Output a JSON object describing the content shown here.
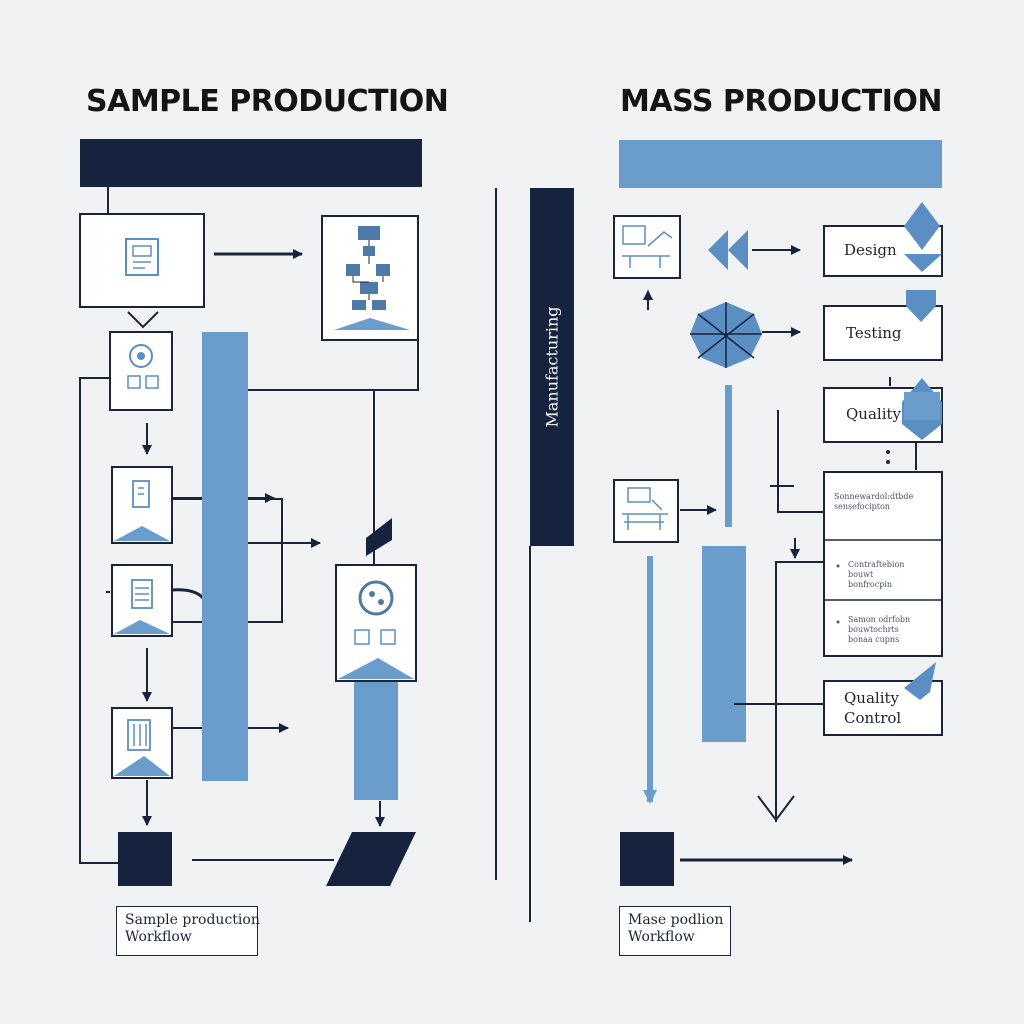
{
  "titles": {
    "left": "SAMPLE PRODUCTION",
    "right": "MASS PRODUCTION"
  },
  "center_label": "Manufacturing",
  "right_steps": {
    "design": "Design",
    "testing": "Testing",
    "quality": "Quality",
    "quality_control": "Quality\nControl"
  },
  "right_details": {
    "row1": "Sonnewardol:dtbde\nsensefocipton",
    "row2": "Contraftebion\nbouwt\nbonfrocpin",
    "row3": "Samon odrfobn\nbouwtochrts\nbonaa cupns"
  },
  "captions": {
    "left": "Sample production\nWorkflow",
    "right": "Mase podlion\nWorkflow"
  },
  "colors": {
    "background": "#f1f2f3",
    "navy": "#16233f",
    "steel_blue": "#6a9ccc",
    "light_blue": "#5b8fc3",
    "box_border": "#1b2438"
  }
}
